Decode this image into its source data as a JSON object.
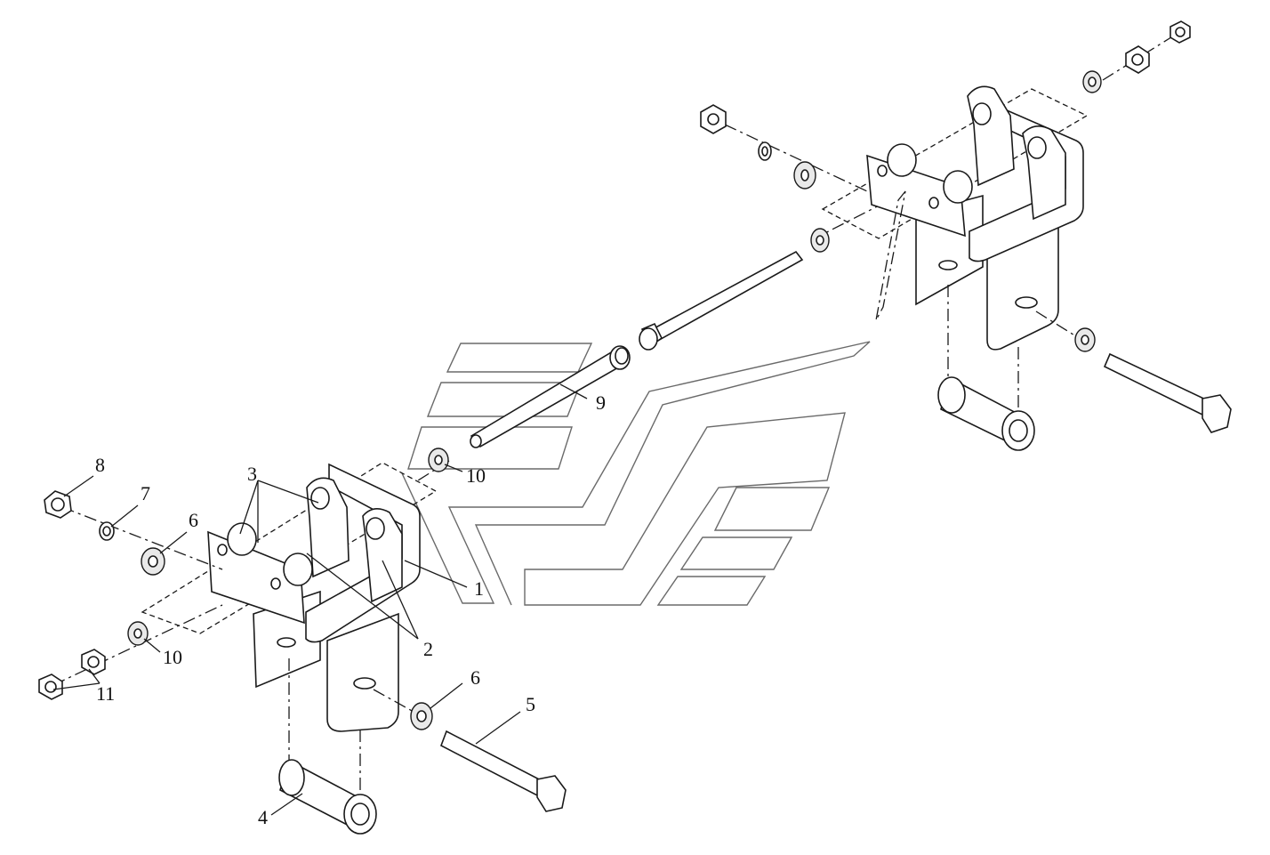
{
  "diagram": {
    "part_labels": [
      {
        "id": "label-1",
        "text": "1"
      },
      {
        "id": "label-2",
        "text": "2"
      },
      {
        "id": "label-3",
        "text": "3"
      },
      {
        "id": "label-4",
        "text": "4"
      },
      {
        "id": "label-5",
        "text": "5"
      },
      {
        "id": "label-6a",
        "text": "6"
      },
      {
        "id": "label-6b",
        "text": "6"
      },
      {
        "id": "label-7",
        "text": "7"
      },
      {
        "id": "label-8",
        "text": "8"
      },
      {
        "id": "label-9",
        "text": "9"
      },
      {
        "id": "label-10a",
        "text": "10"
      },
      {
        "id": "label-10b",
        "text": "10"
      },
      {
        "id": "label-11",
        "text": "11"
      }
    ]
  }
}
